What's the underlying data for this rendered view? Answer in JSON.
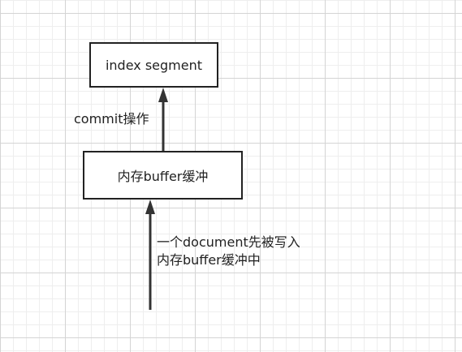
{
  "diagram": {
    "nodes": {
      "index_segment": "index segment",
      "memory_buffer": "内存buffer缓冲"
    },
    "edges": {
      "commit": "commit操作",
      "document_write": {
        "line1": "一个document先被写入",
        "line2": "内存buffer缓冲中"
      }
    }
  },
  "colors": {
    "stroke": "#222222",
    "grid": "#d4d4d4",
    "background": "#ffffff"
  }
}
